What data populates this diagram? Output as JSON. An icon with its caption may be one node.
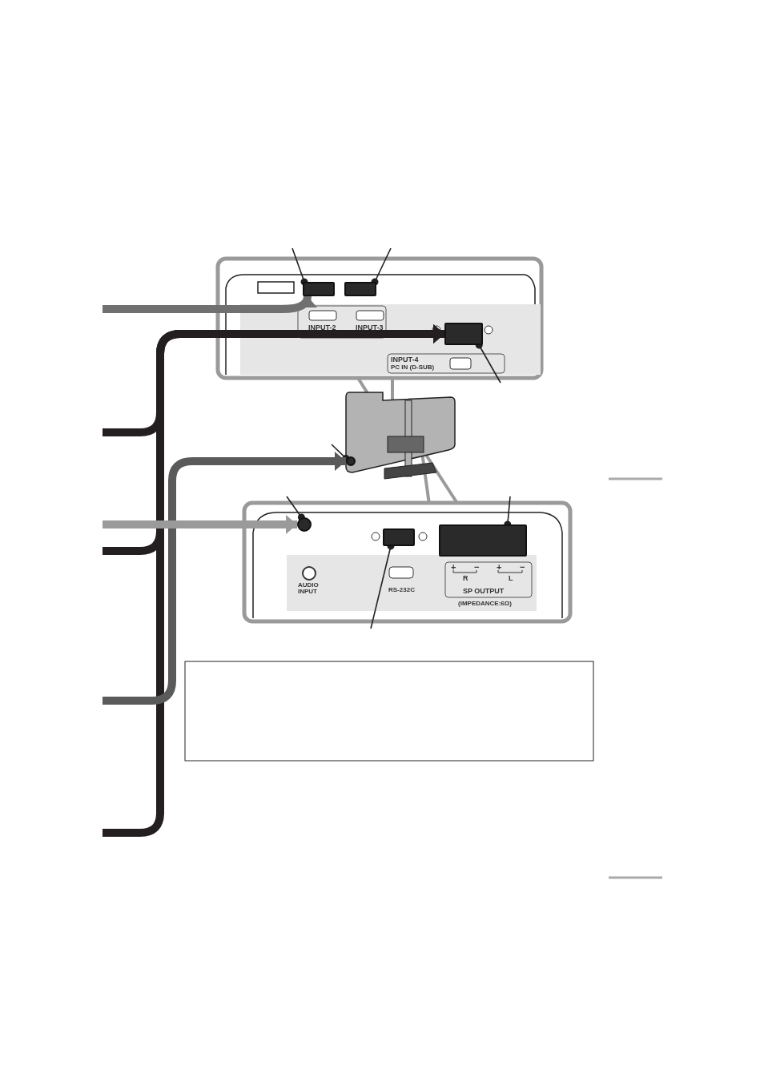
{
  "diagram": {
    "nodes": [
      {
        "text": [],
        "shape": "box"
      },
      {
        "text": [],
        "shape": "box"
      },
      {
        "text": [],
        "shape": "box"
      },
      {
        "text": [],
        "shape": "circle"
      },
      {
        "text": [],
        "shape": "circle"
      },
      {
        "text": [],
        "shape": "box"
      },
      {
        "text": [],
        "shape": "box"
      }
    ],
    "edges": [
      {
        "from": null,
        "to": 0,
        "arrow": "other"
      },
      {
        "from": null,
        "to": 1,
        "arrow": "other"
      },
      {
        "from": null,
        "to": 2,
        "arrow": "other"
      },
      {
        "from": null,
        "to": 3,
        "arrow": "other"
      },
      {
        "from": null,
        "to": 4,
        "arrow": "other"
      },
      {
        "from": null,
        "to": 5,
        "arrow": "other"
      },
      {
        "from": null,
        "to": 6,
        "arrow": "other"
      },
      {
        "from": null,
        "to": 0,
        "arrow": "to",
        "style": "thick",
        "color": "#707070"
      },
      {
        "from": null,
        "to": 2,
        "arrow": "to",
        "style": "thick",
        "color": "#231f20"
      },
      {
        "from": null,
        "to": 2,
        "arrow": "to",
        "style": "thick",
        "color": "#231f20"
      },
      {
        "from": null,
        "to": 2,
        "arrow": "to",
        "style": "thick",
        "color": "#231f20"
      },
      {
        "from": null,
        "to": 3,
        "arrow": "to",
        "style": "thick",
        "color": "#5a5a5a"
      },
      {
        "from": null,
        "to": 4,
        "arrow": "to",
        "style": "thick",
        "color": "#9a9a9a"
      }
    ],
    "labels": [
      "INPUT-2",
      "INPUT-3",
      "INPUT-4",
      "PC IN (D-SUB)",
      "AUDIO INPUT",
      "RS-232C",
      "+",
      "−",
      "+",
      "−",
      "R",
      "L",
      "SP OUTPUT",
      "(IMPEDANCE:6Ω)"
    ]
  }
}
